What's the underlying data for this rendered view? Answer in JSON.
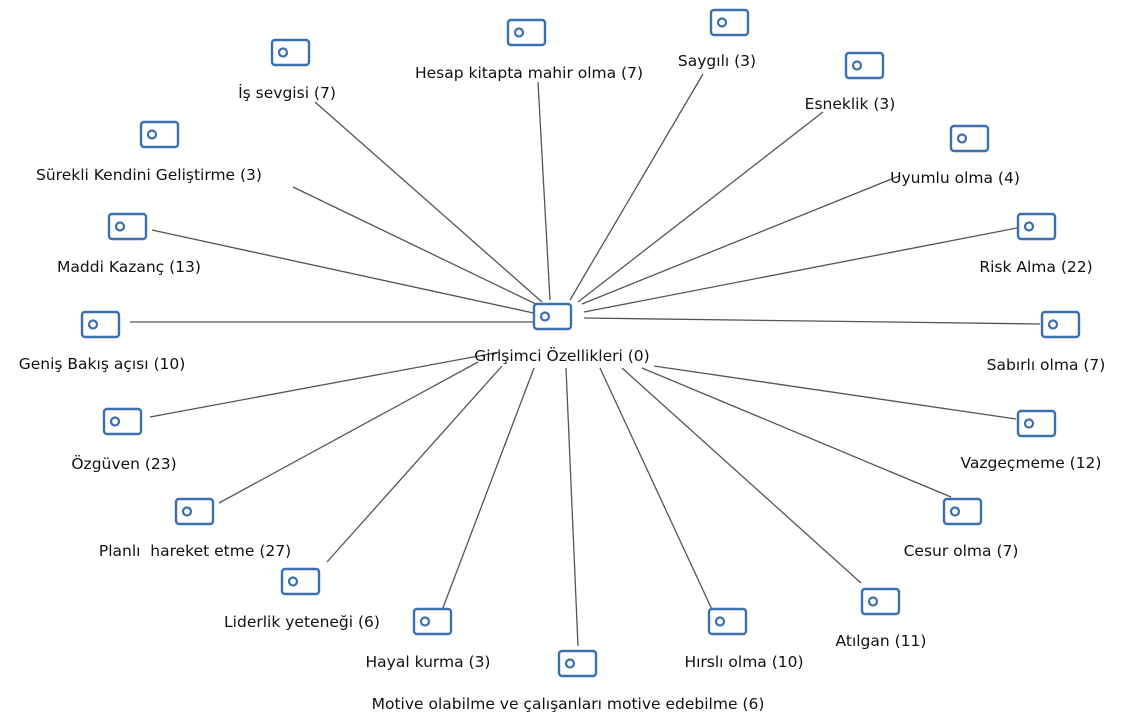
{
  "diagram": {
    "center": {
      "label": "Girişimci Özellikleri (0)"
    },
    "nodes": [
      {
        "id": "hesap-kitapta-mahir-olma",
        "label": "Hesap kitapta mahir olma (7)"
      },
      {
        "id": "saygili",
        "label": "Saygılı (3)"
      },
      {
        "id": "is-sevgisi",
        "label": "İş sevgisi (7)"
      },
      {
        "id": "esneklik",
        "label": "Esneklik (3)"
      },
      {
        "id": "surekli-kendini-gelistirme",
        "label": "Sürekli Kendini Geliştirme (3)"
      },
      {
        "id": "uyumlu-olma",
        "label": "Uyumlu olma (4)"
      },
      {
        "id": "maddi-kazanc",
        "label": "Maddi Kazanç (13)"
      },
      {
        "id": "risk-alma",
        "label": "Risk Alma (22)"
      },
      {
        "id": "genis-bakis-acisi",
        "label": "Geniş Bakış açısı (10)"
      },
      {
        "id": "sabirli-olma",
        "label": "Sabırlı olma (7)"
      },
      {
        "id": "ozguven",
        "label": "Özgüven (23)"
      },
      {
        "id": "vazgecmeme",
        "label": "Vazgeçmeme (12)"
      },
      {
        "id": "planli-hareket-etme",
        "label": "Planlı  hareket etme (27)"
      },
      {
        "id": "cesur-olma",
        "label": "Cesur olma (7)"
      },
      {
        "id": "liderlik-yetenegi",
        "label": "Liderlik yeteneği (6)"
      },
      {
        "id": "atilgan",
        "label": "Atılgan (11)"
      },
      {
        "id": "hayal-kurma",
        "label": "Hayal kurma (3)"
      },
      {
        "id": "hirsli-olma",
        "label": "Hırslı olma (10)"
      },
      {
        "id": "motive-olabilme",
        "label": "Motive olabilme ve çalışanları motive edebilme (6)"
      }
    ],
    "colors": {
      "icon": "#3a6fb0",
      "line": "#555555",
      "text": "#111111"
    }
  }
}
